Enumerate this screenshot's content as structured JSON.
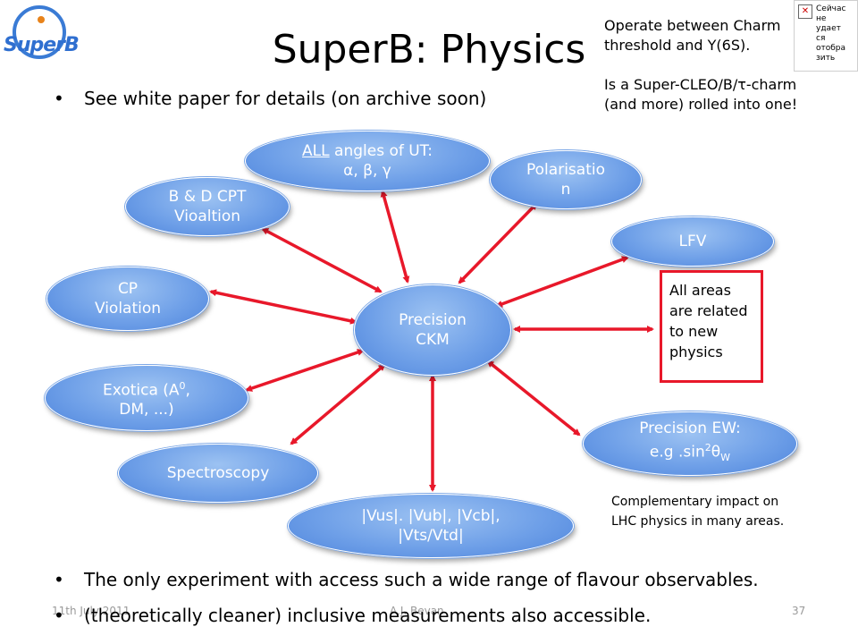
{
  "logo": {
    "text": "SuperB"
  },
  "title": "SuperB: Physics",
  "bullets": {
    "top": "See white paper for details (on archive soon)",
    "bottom1": "The only experiment with access such a wide range of flavour observables.",
    "bottom2": "(theoretically cleaner) inclusive measurements also accessible."
  },
  "note_top": {
    "line1": "Operate between Charm",
    "line2": "threshold and Υ(6S).",
    "line3": "Is a Super-CLEO/B/τ-charm",
    "line4": "(and more) rolled into one!"
  },
  "popup": {
    "line1": "Сейчас",
    "line2": "не",
    "line3": "удает",
    "line4": "ся",
    "line5": "отобра",
    "line6": "зить"
  },
  "nodes": {
    "center": {
      "line1": "Precision",
      "line2": "CKM"
    },
    "angles": {
      "line1a": "ALL",
      "line1b": " angles of UT:",
      "line2": "α, β, γ"
    },
    "polarisation": {
      "line1": "Polarisatio",
      "line2": "n"
    },
    "lfv": {
      "line1": "LFV"
    },
    "cpt": {
      "line1": "B & D CPT",
      "line2": "Vioaltion"
    },
    "cp": {
      "line1": "CP",
      "line2": "Violation"
    },
    "exotica": {
      "line1a": "Exotica (A",
      "line1sup": "0",
      "line1b": ",",
      "line2": "DM, ...)"
    },
    "spectroscopy": {
      "line1": "Spectroscopy"
    },
    "vus": {
      "line1": "|Vus|. |Vub|, |Vcb|,",
      "line2": "|Vts/Vtd|"
    },
    "ew": {
      "line1": "Precision EW:",
      "line2a": "e.g .sin",
      "line2sup": "2",
      "line2b": "θ",
      "line2sub": "W"
    }
  },
  "areas_box": {
    "line1": "All areas",
    "line2": "are related",
    "line3": "to new",
    "line4": "physics"
  },
  "complementary": {
    "line1": "Complementary impact on",
    "line2": "LHC physics in many areas."
  },
  "footer": {
    "date": "11th July 2011",
    "author": "A.J. Bevan",
    "page": "37"
  },
  "colors": {
    "arrow": "#e8182a",
    "node": "#6fa0e8",
    "node_text": "#ffffff",
    "box_border": "#e8182a"
  },
  "icons": [
    "superb-logo",
    "popup-warning-icon",
    "bullet-icon"
  ]
}
